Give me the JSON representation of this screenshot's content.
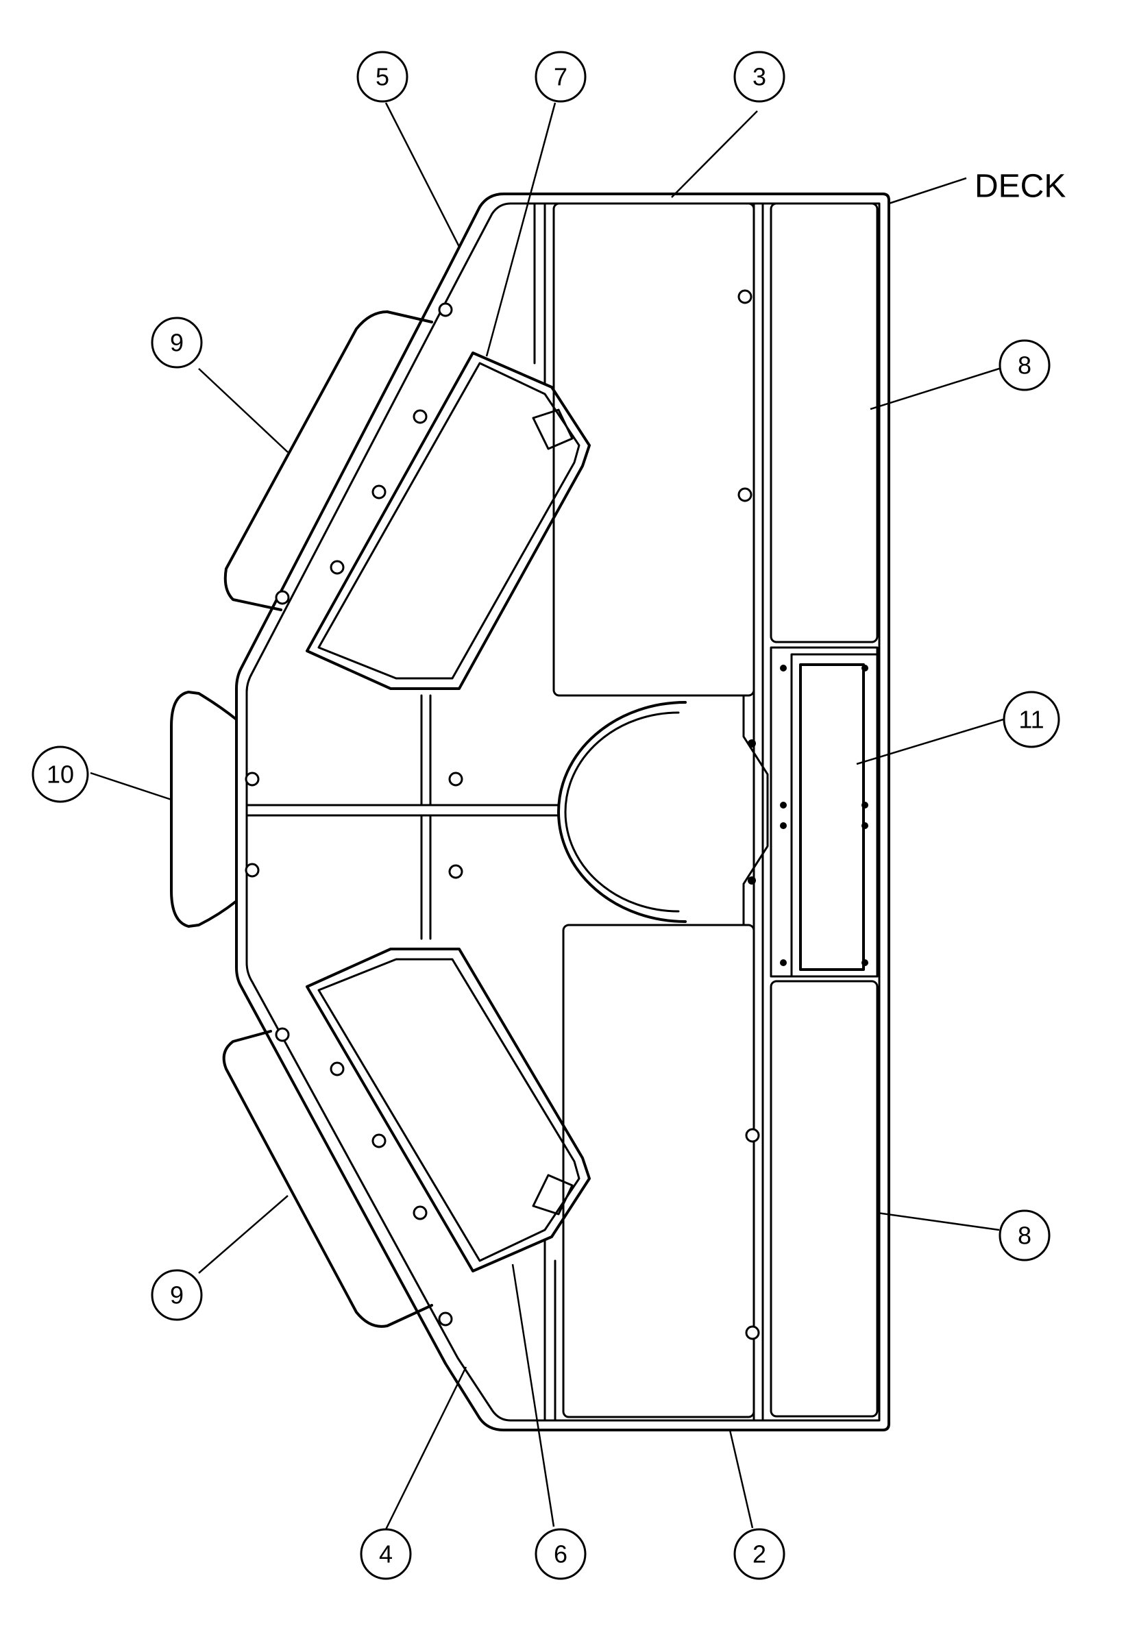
{
  "diagram": {
    "side_label": "DECK",
    "callouts": [
      "5",
      "7",
      "3",
      "9",
      "8",
      "10",
      "11",
      "9",
      "8",
      "4",
      "6",
      "2"
    ]
  }
}
